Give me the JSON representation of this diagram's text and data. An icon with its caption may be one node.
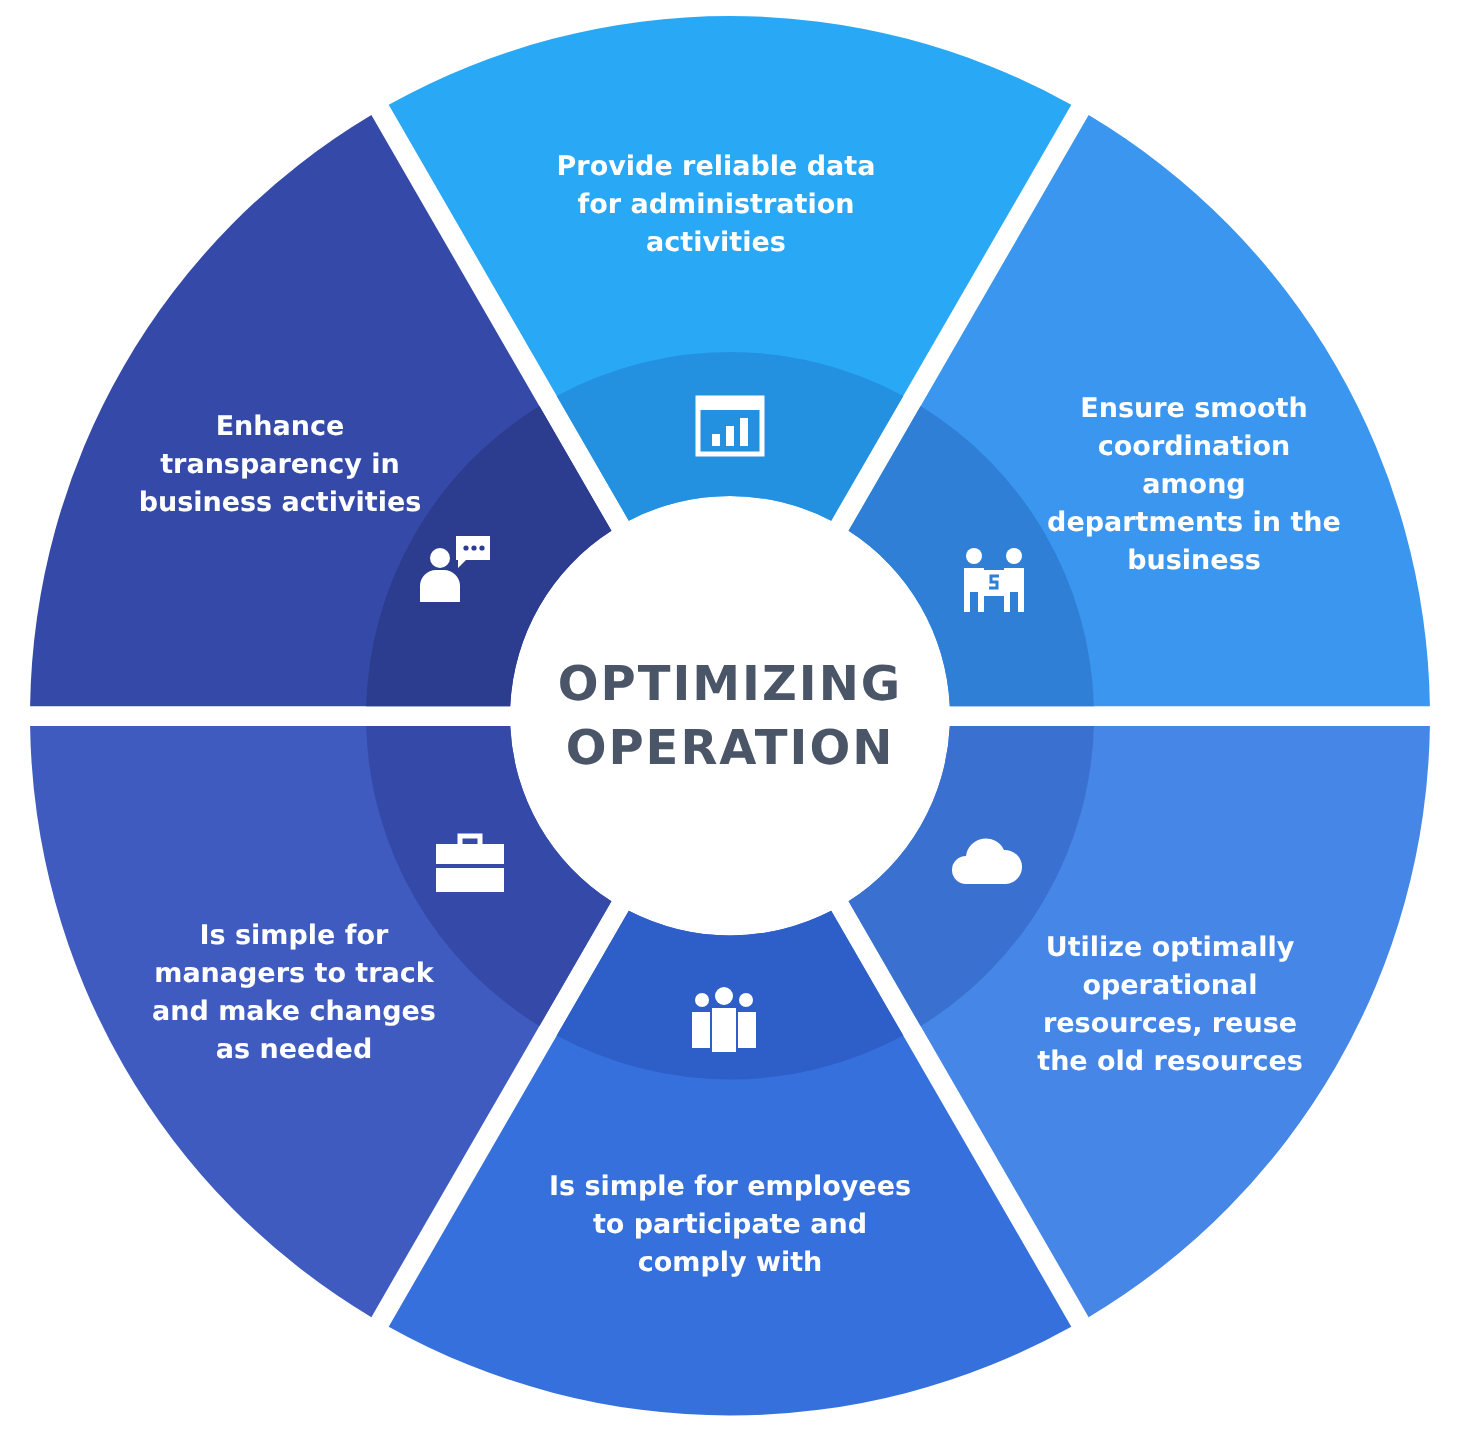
{
  "diagram": {
    "nodes": [
      {
        "text": [
          "Provide reliable data for administration activities"
        ]
      },
      {
        "text": [
          "Ensure smooth coordination among departments in the business"
        ]
      },
      {
        "text": [
          "Utilize optimally operational resources, reuse the old resources"
        ]
      },
      {
        "text": [
          "Is simple for employees to participate and comply with"
        ]
      },
      {
        "text": [
          "Is simple for managers to track and make changes as needed"
        ]
      },
      {
        "text": [
          "Enhance transparency in business activities"
        ]
      }
    ],
    "labels": [
      "OPTIMIZING OPERATION"
    ]
  }
}
